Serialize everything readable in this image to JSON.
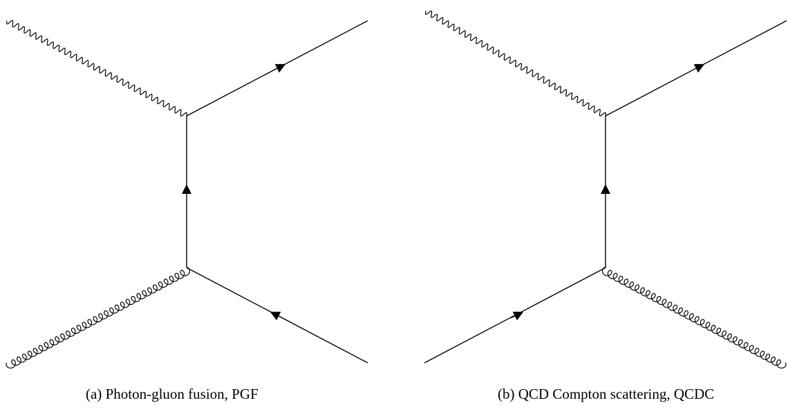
{
  "figure": {
    "panels": [
      {
        "id": "a",
        "caption_label": "(a)",
        "caption_text": "Photon-gluon fusion, PGF",
        "external_lines": [
          "photon",
          "gluon",
          "quark",
          "antiquark"
        ],
        "internal_lines": [
          "quark"
        ]
      },
      {
        "id": "b",
        "caption_label": "(b)",
        "caption_text": "QCD Compton scattering, QCDC",
        "external_lines": [
          "photon",
          "quark",
          "quark",
          "gluon"
        ],
        "internal_lines": [
          "quark"
        ]
      }
    ],
    "colors": {
      "line": "#000000",
      "background": "#ffffff"
    }
  }
}
